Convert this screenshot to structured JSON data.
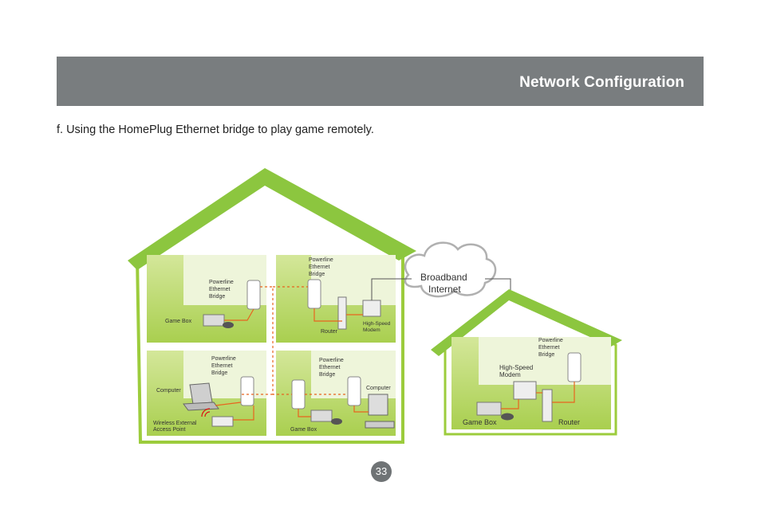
{
  "header": {
    "title": "Network Configuration"
  },
  "caption": "f. Using the HomePlug Ethernet bridge to play game remotely.",
  "page_number": "33",
  "colors": {
    "header_bg": "#797d7f",
    "roof_green": "#8cc63f",
    "room_green": "#bcd96a",
    "cable": "#e8641e"
  },
  "diagram": {
    "cloud": [
      "Broadband",
      "Internet"
    ],
    "house_left": {
      "room_top_left": {
        "bridge": [
          "Powerline",
          "Ethernet",
          "Bridge"
        ],
        "device": "Game Box"
      },
      "room_top_right": {
        "bridge": [
          "Powerline",
          "Ethernet",
          "Bridge"
        ],
        "router": "Router",
        "modem": [
          "High-Speed",
          "Modem"
        ]
      },
      "room_bottom_left": {
        "bridge": [
          "Powerline",
          "Ethernet",
          "Bridge"
        ],
        "computer": "Computer",
        "ap": [
          "Wireless External",
          "Access Point"
        ]
      },
      "room_bottom_right": {
        "bridge": [
          "Powerline",
          "Ethernet",
          "Bridge"
        ],
        "computer": "Computer",
        "device": "Game Box"
      }
    },
    "house_right": {
      "bridge": [
        "Powerline",
        "Ethernet",
        "Bridge"
      ],
      "modem": [
        "High-Speed",
        "Modem"
      ],
      "game_box": "Game Box",
      "router": "Router"
    }
  }
}
